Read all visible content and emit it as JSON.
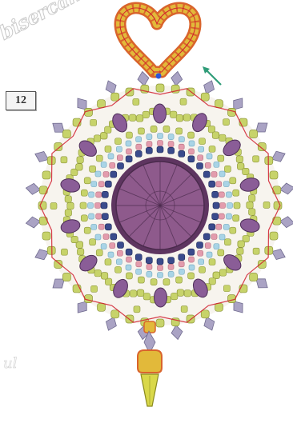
{
  "step": {
    "number": "12"
  },
  "watermark": {
    "text": "bisercanaliblogspot.com",
    "corner_text": "ul"
  },
  "colors": {
    "center_stone": "#8e5a8c",
    "center_stone_dark": "#5e3560",
    "navy_bead": "#3a4b8c",
    "pink_bead": "#e39cad",
    "lightblue_bead": "#a9d4e6",
    "lime_bead": "#c7d36a",
    "purple_oval": "#8a5d97",
    "bicone": "#aaa3c4",
    "thread_red": "#d11c2d",
    "loop_gold": "#e2b93a",
    "loop_orange": "#d9642c",
    "arrow_green": "#2f9c78",
    "needle_blue": "#2b55d8"
  },
  "icons": {
    "direction_arrow": "arrow-icon",
    "needle_marker": "needle-dot-icon"
  }
}
